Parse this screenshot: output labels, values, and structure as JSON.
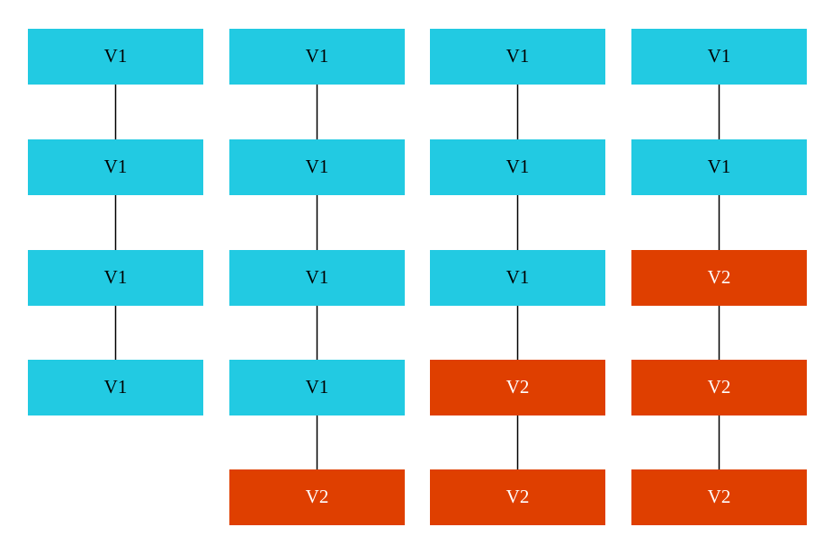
{
  "colors": {
    "v1_fill": "#22CAE2",
    "v1_text": "#000000",
    "v2_fill": "#DF3F00",
    "v2_text": "#FFFFFF",
    "connector": "#000000",
    "background": "#FFFFFF"
  },
  "stacks": [
    {
      "nodes": [
        "V1",
        "V1",
        "V1",
        "V1"
      ]
    },
    {
      "nodes": [
        "V1",
        "V1",
        "V1",
        "V1",
        "V2"
      ]
    },
    {
      "nodes": [
        "V1",
        "V1",
        "V1",
        "V2",
        "V2"
      ]
    },
    {
      "nodes": [
        "V1",
        "V1",
        "V2",
        "V2",
        "V2"
      ]
    }
  ]
}
